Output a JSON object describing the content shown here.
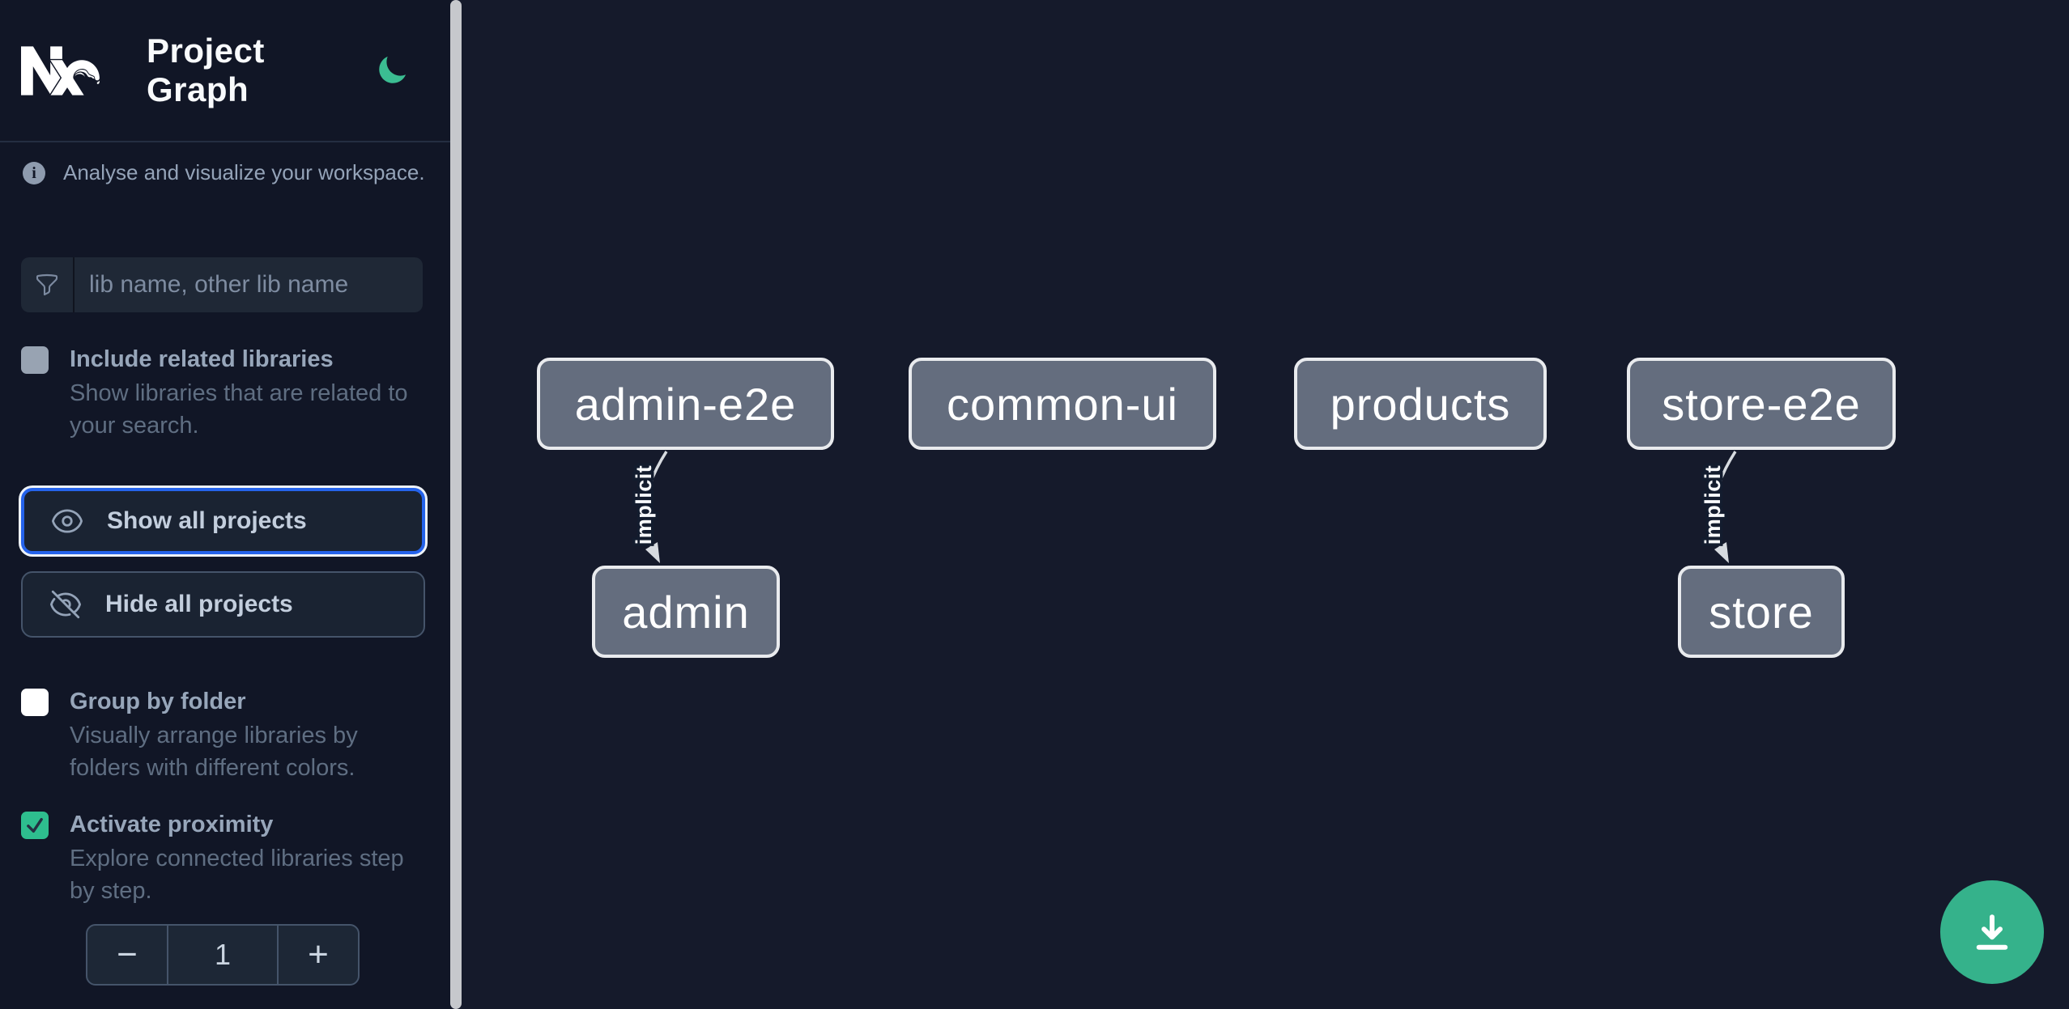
{
  "app": {
    "title": "Project Graph"
  },
  "colors": {
    "accent_green": "#2ebe8e",
    "focus_blue": "#2563eb",
    "node_fill": "#646d7e",
    "node_border": "#e9ebee",
    "edge": "#d7dbe0",
    "sidebar_bg": "#111626",
    "canvas_bg": "#151a2b"
  },
  "sidebar": {
    "tagline": "Analyse and visualize your workspace.",
    "search": {
      "placeholder": "lib name, other lib name"
    },
    "options": [
      {
        "label": "Include related libraries",
        "description": "Show libraries that are related to your search.",
        "checked": false
      },
      {
        "label": "Group by folder",
        "description": "Visually arrange libraries by folders with different colors.",
        "checked": false
      },
      {
        "label": "Activate proximity",
        "description": "Explore connected libraries step by step.",
        "checked": true
      }
    ],
    "actions": [
      {
        "label": "Show all projects",
        "icon": "eye-icon",
        "focused": true
      },
      {
        "label": "Hide all projects",
        "icon": "eye-slash-icon",
        "focused": false
      }
    ],
    "proximity_stepper": {
      "decrement": "−",
      "value": "1",
      "increment": "+"
    }
  },
  "graph": {
    "nodes": [
      {
        "id": "admin-e2e",
        "label": "admin-e2e"
      },
      {
        "id": "common-ui",
        "label": "common-ui"
      },
      {
        "id": "products",
        "label": "products"
      },
      {
        "id": "store-e2e",
        "label": "store-e2e"
      },
      {
        "id": "admin",
        "label": "admin"
      },
      {
        "id": "store",
        "label": "store"
      }
    ],
    "edges": [
      {
        "source": "admin-e2e",
        "target": "admin",
        "label": "implicit"
      },
      {
        "source": "store-e2e",
        "target": "store",
        "label": "implicit"
      }
    ]
  }
}
